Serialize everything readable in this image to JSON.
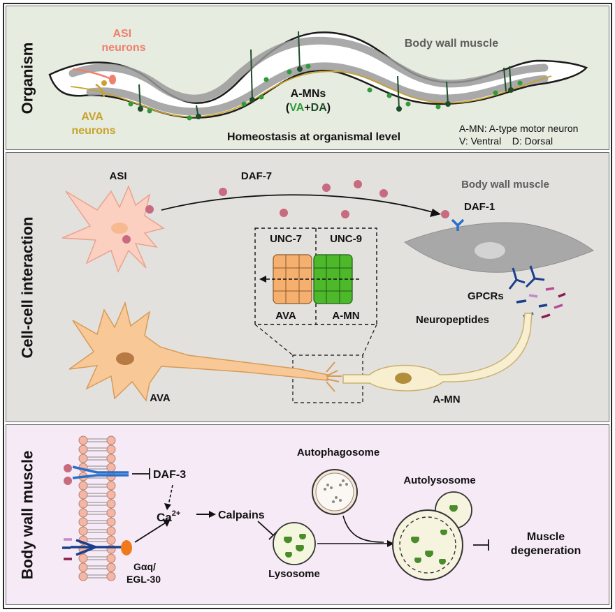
{
  "panels": {
    "organism": {
      "side_label": "Organism",
      "asi_label": "ASI\nneurons",
      "ava_label": "AVA\nneurons",
      "muscle_label": "Body wall muscle",
      "amn_label": "A-MNs",
      "amn_sub": {
        "open": "(",
        "va": "VA",
        "plus": "+",
        "da": "DA",
        "close": ")"
      },
      "homeostasis": "Homeostasis at organismal level",
      "legend_line1": "A-MN: A-type motor neuron",
      "legend_line2": "V: Ventral    D: Dorsal"
    },
    "cell": {
      "side_label": "Cell-cell interaction",
      "asi": "ASI",
      "daf7": "DAF-7",
      "muscle": "Body wall muscle",
      "daf1": "DAF-1",
      "unc7": "UNC-7",
      "unc9": "UNC-9",
      "ava_inset": "AVA",
      "amn_inset": "A-MN",
      "gpcrs": "GPCRs",
      "neuropeptides": "Neuropeptides",
      "ava": "AVA",
      "amn": "A-MN"
    },
    "muscle": {
      "side_label": "Body wall muscle",
      "daf3": "DAF-3",
      "ca": "Ca",
      "ca_sup": "2+",
      "calpains": "Calpains",
      "gaq": "Gαq/",
      "egl30": "EGL-30",
      "lysosome": "Lysosome",
      "autophagosome": "Autophagosome",
      "autolysosome": "Autolysosome",
      "degeneration_1": "Muscle",
      "degeneration_2": "degeneration"
    }
  },
  "colors": {
    "asi": "#f07f6e",
    "ava": "#c9a22b",
    "green": "#2e9c3a",
    "dark_green": "#1f4d2b",
    "muscle_gray": "#9a9a9a",
    "daf7_dot": "#c86a80",
    "receptor_blue": "#1b3f8c",
    "unc7_orange": "#f5b070",
    "unc9_green": "#4cb82a"
  }
}
